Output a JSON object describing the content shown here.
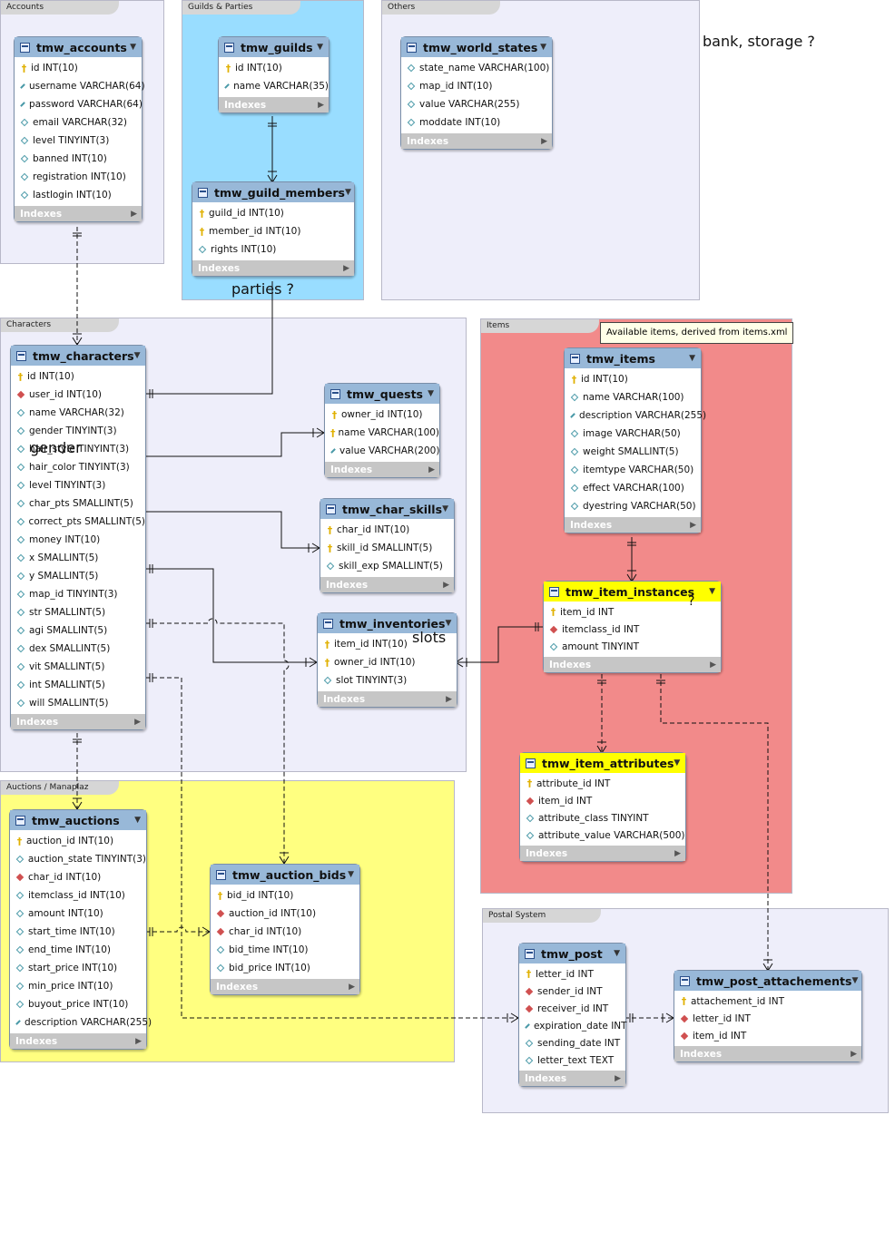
{
  "regions": {
    "accounts": "Accounts",
    "guilds": "Guilds & Parties",
    "others": "Others",
    "characters": "Characters",
    "items": "Items",
    "auctions": "Auctions / Manaplaz",
    "postal": "Postal System"
  },
  "colors": {
    "region_default": "#eeeefa",
    "region_guilds": "#99ddff",
    "region_items": "#f28a8a",
    "region_auctions": "#ffff80",
    "table_header": "#98b8d8",
    "table_header_highlight": "#ffff00"
  },
  "annotations": {
    "bank": "bank, storage ?",
    "parties": "parties ?",
    "gender": "gender",
    "slots": "slots",
    "question": "?",
    "items_note": "Available items, derived from items.xml"
  },
  "indexes_label": "Indexes",
  "tables": {
    "accounts": {
      "name": "tmw_accounts",
      "cols": [
        {
          "t": "pk",
          "text": "id INT(10)"
        },
        {
          "t": "col",
          "text": "username VARCHAR(64)"
        },
        {
          "t": "col",
          "text": "password VARCHAR(64)"
        },
        {
          "t": "col",
          "text": "email VARCHAR(32)"
        },
        {
          "t": "col",
          "text": "level TINYINT(3)"
        },
        {
          "t": "col",
          "text": "banned INT(10)"
        },
        {
          "t": "col",
          "text": "registration INT(10)"
        },
        {
          "t": "col",
          "text": "lastlogin INT(10)"
        }
      ]
    },
    "guilds": {
      "name": "tmw_guilds",
      "cols": [
        {
          "t": "pk",
          "text": "id INT(10)"
        },
        {
          "t": "col",
          "text": "name VARCHAR(35)"
        }
      ]
    },
    "world_states": {
      "name": "tmw_world_states",
      "cols": [
        {
          "t": "col",
          "text": "state_name VARCHAR(100)"
        },
        {
          "t": "col",
          "text": "map_id INT(10)"
        },
        {
          "t": "col",
          "text": "value VARCHAR(255)"
        },
        {
          "t": "col",
          "text": "moddate INT(10)"
        }
      ]
    },
    "guild_members": {
      "name": "tmw_guild_members",
      "cols": [
        {
          "t": "pk",
          "text": "guild_id INT(10)"
        },
        {
          "t": "pk",
          "text": "member_id INT(10)"
        },
        {
          "t": "col",
          "text": "rights INT(10)"
        }
      ]
    },
    "characters": {
      "name": "tmw_characters",
      "cols": [
        {
          "t": "pk",
          "text": "id INT(10)"
        },
        {
          "t": "fk",
          "text": "user_id INT(10)"
        },
        {
          "t": "col",
          "text": "name VARCHAR(32)"
        },
        {
          "t": "col",
          "text": "gender TINYINT(3)"
        },
        {
          "t": "col",
          "text": "hair_style TINYINT(3)"
        },
        {
          "t": "col",
          "text": "hair_color TINYINT(3)"
        },
        {
          "t": "col",
          "text": "level TINYINT(3)"
        },
        {
          "t": "col",
          "text": "char_pts SMALLINT(5)"
        },
        {
          "t": "col",
          "text": "correct_pts SMALLINT(5)"
        },
        {
          "t": "col",
          "text": "money INT(10)"
        },
        {
          "t": "col",
          "text": "x SMALLINT(5)"
        },
        {
          "t": "col",
          "text": "y SMALLINT(5)"
        },
        {
          "t": "col",
          "text": "map_id TINYINT(3)"
        },
        {
          "t": "col",
          "text": "str SMALLINT(5)"
        },
        {
          "t": "col",
          "text": "agi SMALLINT(5)"
        },
        {
          "t": "col",
          "text": "dex SMALLINT(5)"
        },
        {
          "t": "col",
          "text": "vit SMALLINT(5)"
        },
        {
          "t": "col",
          "text": "int SMALLINT(5)"
        },
        {
          "t": "col",
          "text": "will SMALLINT(5)"
        }
      ]
    },
    "quests": {
      "name": "tmw_quests",
      "cols": [
        {
          "t": "pk",
          "text": "owner_id INT(10)"
        },
        {
          "t": "pk",
          "text": "name VARCHAR(100)"
        },
        {
          "t": "col",
          "text": "value VARCHAR(200)"
        }
      ]
    },
    "char_skills": {
      "name": "tmw_char_skills",
      "cols": [
        {
          "t": "pk",
          "text": "char_id INT(10)"
        },
        {
          "t": "pk",
          "text": "skill_id SMALLINT(5)"
        },
        {
          "t": "col",
          "text": "skill_exp SMALLINT(5)"
        }
      ]
    },
    "inventories": {
      "name": "tmw_inventories",
      "cols": [
        {
          "t": "pk",
          "text": "item_id INT(10)"
        },
        {
          "t": "pk",
          "text": "owner_id INT(10)"
        },
        {
          "t": "col",
          "text": "slot TINYINT(3)"
        }
      ]
    },
    "items": {
      "name": "tmw_items",
      "cols": [
        {
          "t": "pk",
          "text": "id INT(10)"
        },
        {
          "t": "col",
          "text": "name VARCHAR(100)"
        },
        {
          "t": "col",
          "text": "description VARCHAR(255)"
        },
        {
          "t": "col",
          "text": "image VARCHAR(50)"
        },
        {
          "t": "col",
          "text": "weight SMALLINT(5)"
        },
        {
          "t": "col",
          "text": "itemtype VARCHAR(50)"
        },
        {
          "t": "col",
          "text": "effect VARCHAR(100)"
        },
        {
          "t": "col",
          "text": "dyestring VARCHAR(50)"
        }
      ]
    },
    "item_instances": {
      "name": "tmw_item_instances",
      "cols": [
        {
          "t": "pk",
          "text": "item_id INT"
        },
        {
          "t": "fk",
          "text": "itemclass_id INT"
        },
        {
          "t": "col",
          "text": "amount TINYINT"
        }
      ]
    },
    "item_attributes": {
      "name": "tmw_item_attributes",
      "cols": [
        {
          "t": "pk",
          "text": "attribute_id INT"
        },
        {
          "t": "fk",
          "text": "item_id INT"
        },
        {
          "t": "col",
          "text": "attribute_class TINYINT"
        },
        {
          "t": "col",
          "text": "attribute_value VARCHAR(500)"
        }
      ]
    },
    "auctions": {
      "name": "tmw_auctions",
      "cols": [
        {
          "t": "pk",
          "text": "auction_id INT(10)"
        },
        {
          "t": "col",
          "text": "auction_state TINYINT(3)"
        },
        {
          "t": "fk",
          "text": "char_id INT(10)"
        },
        {
          "t": "col",
          "text": "itemclass_id INT(10)"
        },
        {
          "t": "col",
          "text": "amount INT(10)"
        },
        {
          "t": "col",
          "text": "start_time INT(10)"
        },
        {
          "t": "col",
          "text": "end_time INT(10)"
        },
        {
          "t": "col",
          "text": "start_price INT(10)"
        },
        {
          "t": "col",
          "text": "min_price INT(10)"
        },
        {
          "t": "col",
          "text": "buyout_price INT(10)"
        },
        {
          "t": "col",
          "text": "description VARCHAR(255)"
        }
      ]
    },
    "auction_bids": {
      "name": "tmw_auction_bids",
      "cols": [
        {
          "t": "pk",
          "text": "bid_id INT(10)"
        },
        {
          "t": "fk",
          "text": "auction_id INT(10)"
        },
        {
          "t": "fk",
          "text": "char_id INT(10)"
        },
        {
          "t": "col",
          "text": "bid_time INT(10)"
        },
        {
          "t": "col",
          "text": "bid_price INT(10)"
        }
      ]
    },
    "post": {
      "name": "tmw_post",
      "cols": [
        {
          "t": "pk",
          "text": "letter_id INT"
        },
        {
          "t": "fk",
          "text": "sender_id INT"
        },
        {
          "t": "fk",
          "text": "receiver_id INT"
        },
        {
          "t": "col",
          "text": "expiration_date INT"
        },
        {
          "t": "col",
          "text": "sending_date INT"
        },
        {
          "t": "col",
          "text": "letter_text TEXT"
        }
      ]
    },
    "post_attachements": {
      "name": "tmw_post_attachements",
      "cols": [
        {
          "t": "pk",
          "text": "attachement_id INT"
        },
        {
          "t": "fk",
          "text": "letter_id INT"
        },
        {
          "t": "fk",
          "text": "item_id INT"
        }
      ]
    }
  }
}
